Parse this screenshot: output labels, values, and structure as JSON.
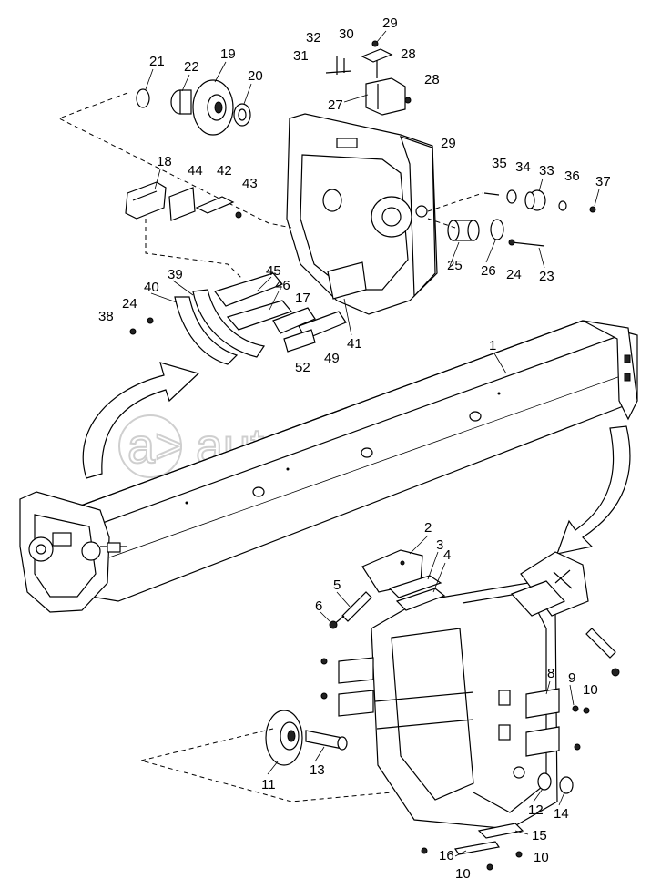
{
  "watermark": {
    "text": "autopiter.ru"
  },
  "callouts": {
    "c1": "1",
    "c2": "2",
    "c3": "3",
    "c4": "4",
    "c5": "5",
    "c6": "6",
    "c8": "8",
    "c9": "9",
    "c10a": "10",
    "c10b": "10",
    "c10c": "10",
    "c11": "11",
    "c12": "12",
    "c13": "13",
    "c14": "14",
    "c15": "15",
    "c16": "16",
    "c17": "17",
    "c18": "18",
    "c19": "19",
    "c20": "20",
    "c21": "21",
    "c22": "22",
    "c23": "23",
    "c24a": "24",
    "c24b": "24",
    "c25": "25",
    "c26": "26",
    "c27": "27",
    "c28a": "28",
    "c28b": "28",
    "c29a": "29",
    "c29b": "29",
    "c30": "30",
    "c31": "31",
    "c32": "32",
    "c33": "33",
    "c34": "34",
    "c35": "35",
    "c36": "36",
    "c37": "37",
    "c38": "38",
    "c39": "39",
    "c40": "40",
    "c41": "41",
    "c42": "42",
    "c43": "43",
    "c44": "44",
    "c45": "45",
    "c46": "46",
    "c49": "49",
    "c52": "52"
  }
}
